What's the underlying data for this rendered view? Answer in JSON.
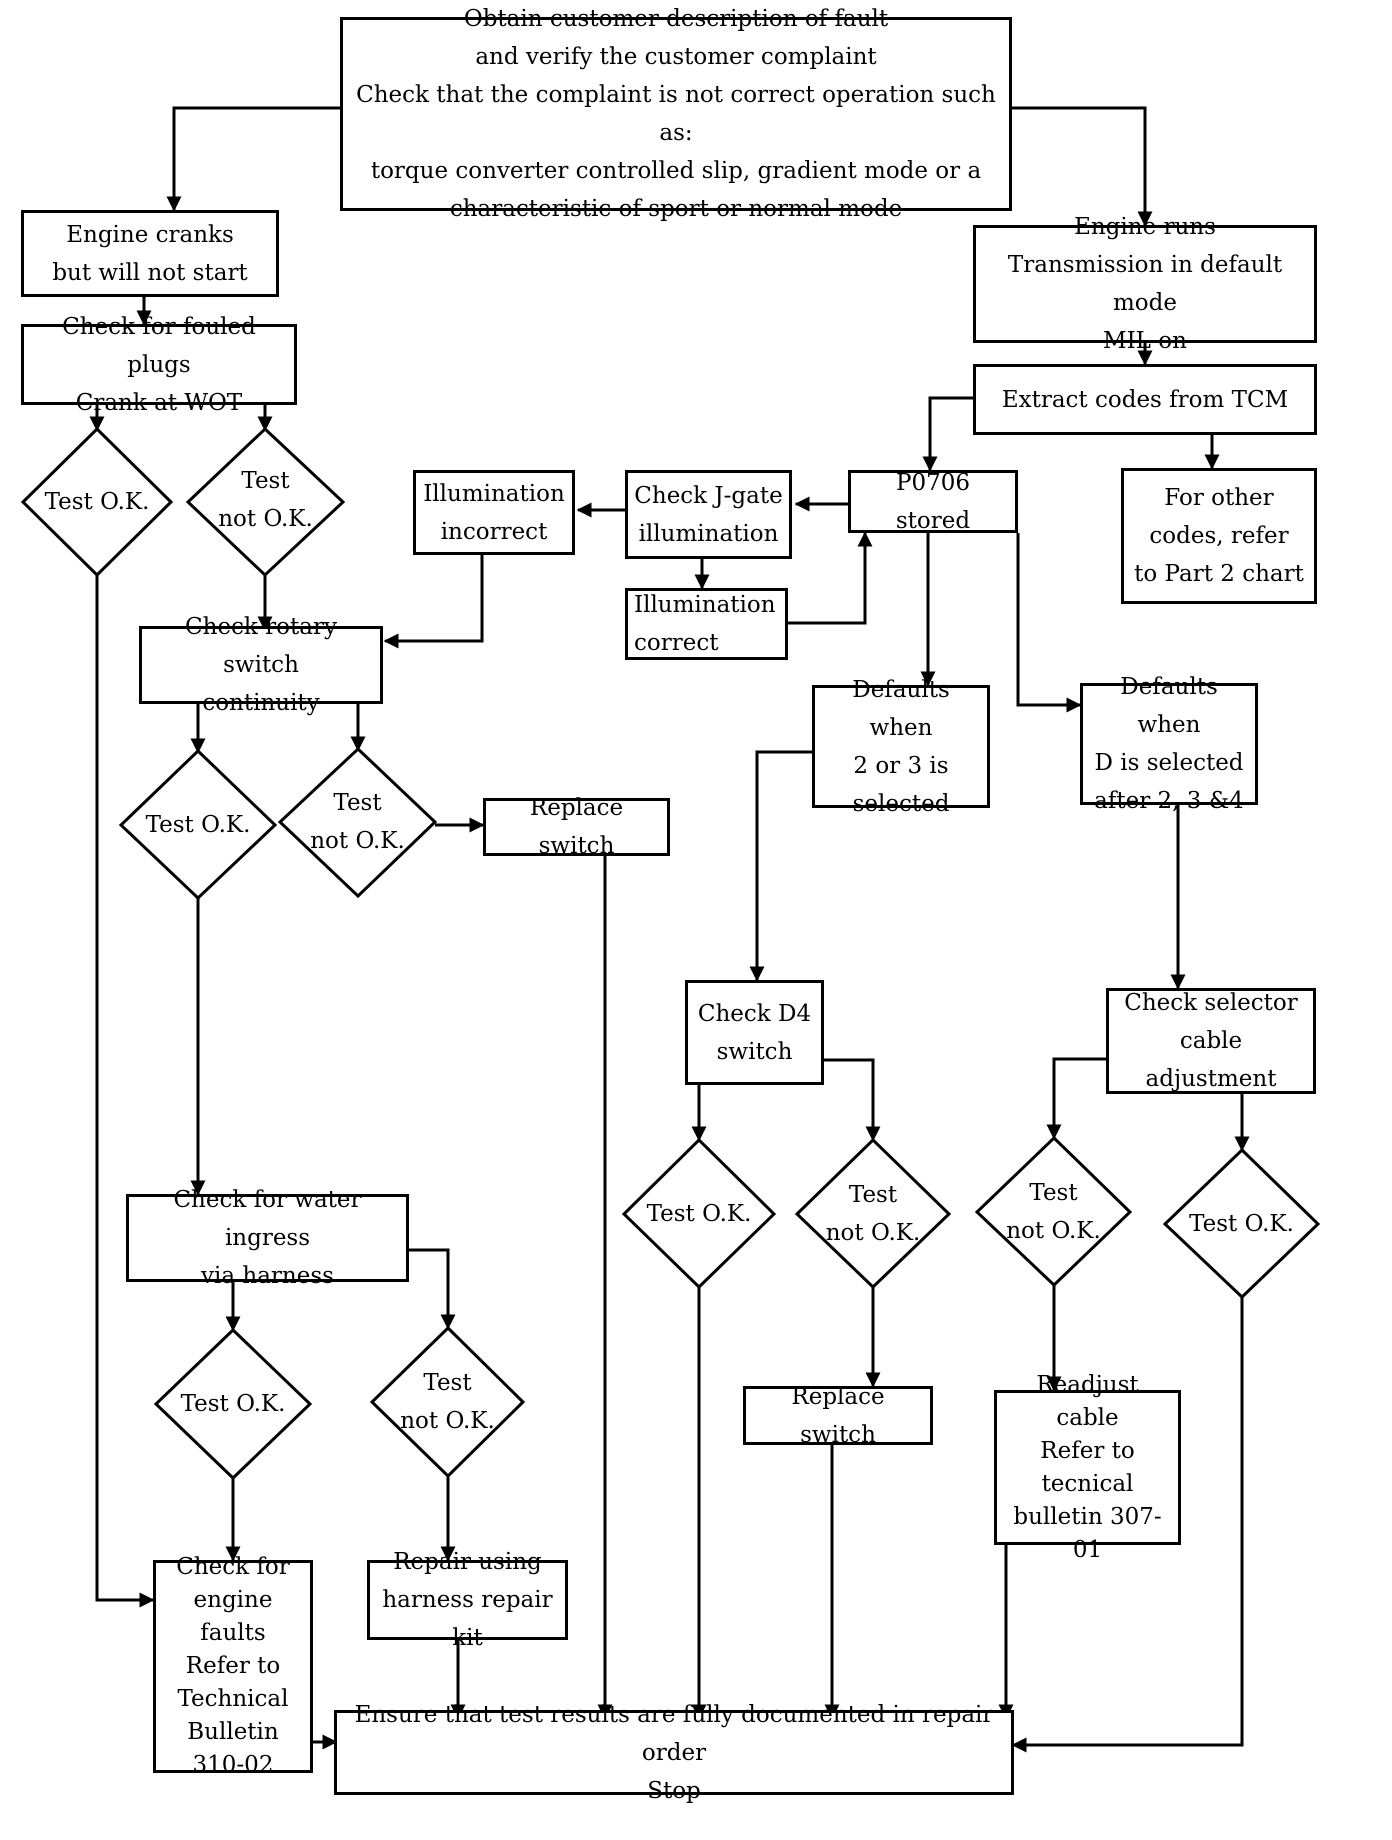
{
  "nodes": {
    "start": "Obtain customer description of fault\nand verify the customer complaint\nCheck that the complaint is not correct operation such as:\ntorque converter controlled slip, gradient mode or a\ncharacteristic of sport or normal mode",
    "engine_cranks": "Engine cranks\nbut will not start",
    "check_plugs": "Check for fouled plugs\nCrank at WOT",
    "rotary_switch": "Check rotary switch\ncontinuity",
    "replace_switch_1": "Replace switch",
    "water_ingress": "Check for water ingress\nvia harness",
    "engine_faults": "Check for\nengine faults\nRefer to\nTechnical\nBulletin\n310-02",
    "repair_harness": "Repair using\nharness repair kit",
    "engine_runs": "Engine runs\nTransmission in default mode\nMIL on",
    "extract_codes": "Extract codes from TCM",
    "other_codes": "For other\ncodes, refer\nto Part 2 chart",
    "p0706": "P0706 stored",
    "check_jgate": "Check J-gate\nillumination",
    "illum_incorrect": "Illumination\nincorrect",
    "illum_correct": "Illumination\ncorrect",
    "defaults_23": "Defaults when\n2 or 3 is\nselected",
    "defaults_d": "Defaults when\nD is selected\nafter 2, 3 &4",
    "check_d4": "Check D4\nswitch",
    "check_cable": "Check selector\ncable adjustment",
    "replace_switch_2": "Replace switch",
    "readjust_cable": "Readjust cable\nRefer to\ntecnical\nbulletin 307-01",
    "end": "Ensure that test results are fully documented in repair order\nStop"
  },
  "decisions": {
    "d1_ok": "Test O.K.",
    "d1_notok": "Test\nnot O.K.",
    "d2_ok": "Test O.K.",
    "d2_notok": "Test\nnot O.K.",
    "d3_ok": "Test O.K.",
    "d3_notok": "Test\nnot O.K.",
    "d4_ok": "Test O.K.",
    "d4_notok": "Test\nnot O.K.",
    "d5_notok": "Test\nnot O.K.",
    "d5_ok": "Test O.K."
  }
}
